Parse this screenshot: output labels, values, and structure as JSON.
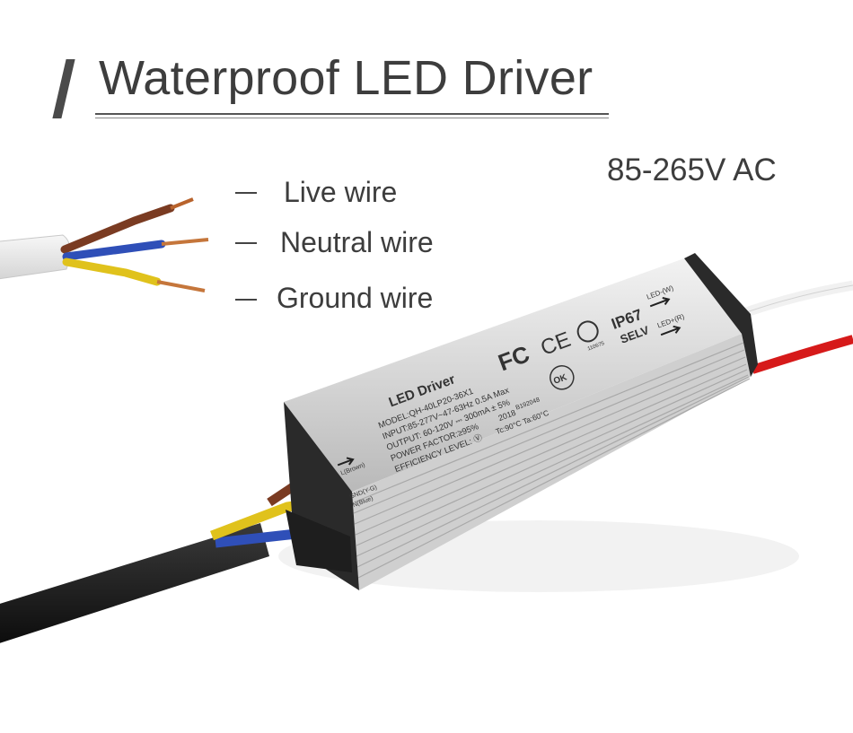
{
  "header": {
    "title": "Waterproof LED Driver",
    "voltage": "85-265V AC"
  },
  "wires": [
    {
      "label": "Live wire",
      "color": "#7a3b22"
    },
    {
      "label": "Neutral wire",
      "color": "#2f4fb8"
    },
    {
      "label": "Ground wire",
      "color": "#e0c21c"
    }
  ],
  "device": {
    "name": "LED Driver",
    "model": "MODEL:QH-40LP20-36X1",
    "input": "INPUT:85-277V~47-63Hz 0.5A Max",
    "output": "OUTPUT: 60-120V ⎓ 300mA ± 5%",
    "power_factor": "POWER FACTOR:≥95%",
    "efficiency": "EFFICIENCY LEVEL: Ⓥ",
    "year": "2018",
    "temps": "Tc:90°C  Ta:60°C",
    "left_label_live": "L(Brown)",
    "left_label_neutral": "N(Blue)",
    "left_label_gnd": "GND(Y-G)",
    "cert_number": "110675",
    "b_number": "B192048",
    "ip": "IP67",
    "selv": "SELV",
    "led_minus": "LED-(W)",
    "led_plus": "LED+(R)",
    "fcc": "FC",
    "ce": "CE",
    "ok": "OK"
  }
}
